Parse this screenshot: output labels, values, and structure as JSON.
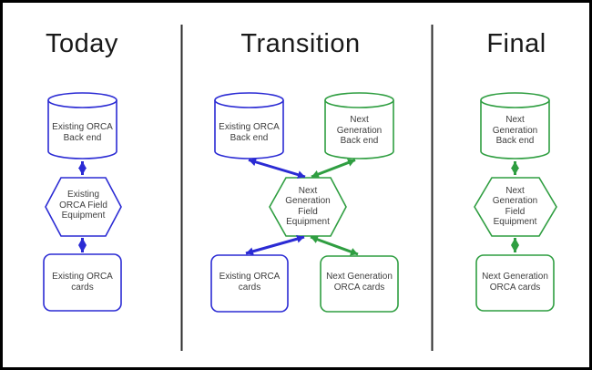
{
  "titles": {
    "today": "Today",
    "transition": "Transition",
    "final": "Final"
  },
  "colors": {
    "existing_blue": "#2b2bd4",
    "next_gen_green": "#2f9e41",
    "label_text": "#3d3d3d",
    "title_text": "#1a1a1a",
    "divider": "#2b2b2b"
  },
  "nodes": {
    "today_backend": {
      "shape": "cylinder",
      "color": "existing_blue",
      "label": "Existing ORCA\nBack end"
    },
    "today_field": {
      "shape": "hexagon",
      "color": "existing_blue",
      "label": "Existing\nORCA Field\nEquipment"
    },
    "today_cards": {
      "shape": "rounded-rect",
      "color": "existing_blue",
      "label": "Existing ORCA\ncards"
    },
    "transition_existing_backend": {
      "shape": "cylinder",
      "color": "existing_blue",
      "label": "Existing ORCA\nBack end"
    },
    "transition_nextgen_backend": {
      "shape": "cylinder",
      "color": "next_gen_green",
      "label": "Next\nGeneration\nBack end"
    },
    "transition_field": {
      "shape": "hexagon",
      "color": "next_gen_green",
      "label": "Next\nGeneration\nField\nEquipment"
    },
    "transition_existing_cards": {
      "shape": "rounded-rect",
      "color": "existing_blue",
      "label": "Existing ORCA\ncards"
    },
    "transition_nextgen_cards": {
      "shape": "rounded-rect",
      "color": "next_gen_green",
      "label": "Next Generation\nORCA cards"
    },
    "final_backend": {
      "shape": "cylinder",
      "color": "next_gen_green",
      "label": "Next\nGeneration\nBack end"
    },
    "final_field": {
      "shape": "hexagon",
      "color": "next_gen_green",
      "label": "Next\nGeneration\nField\nEquipment"
    },
    "final_cards": {
      "shape": "rounded-rect",
      "color": "next_gen_green",
      "label": "Next Generation\nORCA cards"
    }
  },
  "connections": [
    {
      "from": "today_backend",
      "to": "today_field",
      "color": "existing_blue",
      "style": "double-arrow"
    },
    {
      "from": "today_field",
      "to": "today_cards",
      "color": "existing_blue",
      "style": "double-arrow"
    },
    {
      "from": "transition_existing_backend",
      "to": "transition_field",
      "color": "existing_blue",
      "style": "double-arrow"
    },
    {
      "from": "transition_nextgen_backend",
      "to": "transition_field",
      "color": "next_gen_green",
      "style": "double-arrow"
    },
    {
      "from": "transition_field",
      "to": "transition_existing_cards",
      "color": "existing_blue",
      "style": "double-arrow"
    },
    {
      "from": "transition_field",
      "to": "transition_nextgen_cards",
      "color": "next_gen_green",
      "style": "double-arrow"
    },
    {
      "from": "final_backend",
      "to": "final_field",
      "color": "next_gen_green",
      "style": "double-arrow"
    },
    {
      "from": "final_field",
      "to": "final_cards",
      "color": "next_gen_green",
      "style": "double-arrow"
    }
  ]
}
